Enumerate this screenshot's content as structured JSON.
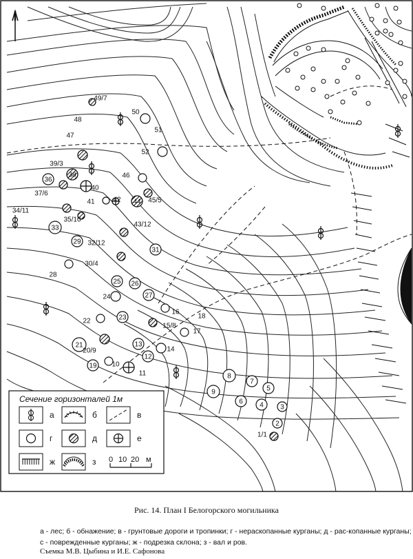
{
  "figure": {
    "caption": "Рис. 14. План I Белогорского могильника",
    "description": "а - лес; б - обнажение; в - грунтовые дороги и тропинки; г - нераскопанные курганы; д - рас-копанные курганы; с - поврежденные курганы; ж - подрезка склона; з - вал и ров.",
    "survey_credit": "Съемка М.В. Цыбина и И.Е. Сафонова"
  },
  "legend": {
    "title": "Сечение горизонталей 1м",
    "items": [
      {
        "symbol": "forest",
        "letter": "а"
      },
      {
        "symbol": "outcrop",
        "letter": "б"
      },
      {
        "symbol": "road",
        "letter": "в"
      },
      {
        "symbol": "unexcavated-kurgan",
        "letter": "г"
      },
      {
        "symbol": "excavated-kurgan",
        "letter": "д"
      },
      {
        "symbol": "damaged-kurgan",
        "letter": "е"
      },
      {
        "symbol": "slope-cut",
        "letter": "ж"
      },
      {
        "symbol": "rampart-ditch",
        "letter": "з"
      }
    ],
    "scale_labels": [
      "0",
      "10",
      "20",
      "м"
    ]
  },
  "kurgans": [
    {
      "label": "49/7",
      "type": "excavated"
    },
    {
      "label": "48",
      "type": "unexcavated"
    },
    {
      "label": "50",
      "type": "unexcavated"
    },
    {
      "label": "51",
      "type": "unexcavated"
    },
    {
      "label": "47",
      "type": "unexcavated"
    },
    {
      "label": "52",
      "type": "unexcavated"
    },
    {
      "label": "39/3",
      "type": "excavated"
    },
    {
      "label": "38",
      "type": "excavated"
    },
    {
      "label": "36",
      "type": "unexcavated"
    },
    {
      "label": "37/6",
      "type": "excavated"
    },
    {
      "label": "40",
      "type": "damaged"
    },
    {
      "label": "46",
      "type": "unexcavated"
    },
    {
      "label": "41",
      "type": "unexcavated"
    },
    {
      "label": "42",
      "type": "damaged"
    },
    {
      "label": "44",
      "type": "excavated"
    },
    {
      "label": "45/5",
      "type": "excavated"
    },
    {
      "label": "34/11",
      "type": "excavated"
    },
    {
      "label": "35/10",
      "type": "excavated"
    },
    {
      "label": "43/12",
      "type": "excavated"
    },
    {
      "label": "33",
      "type": "unexcavated"
    },
    {
      "label": "32/12",
      "type": "excavated"
    },
    {
      "label": "29",
      "type": "unexcavated"
    },
    {
      "label": "31",
      "type": "unexcavated"
    },
    {
      "label": "30/4",
      "type": "excavated"
    },
    {
      "label": "28",
      "type": "unexcavated"
    },
    {
      "label": "25",
      "type": "unexcavated"
    },
    {
      "label": "26",
      "type": "unexcavated"
    },
    {
      "label": "27",
      "type": "unexcavated"
    },
    {
      "label": "24",
      "type": "unexcavated"
    },
    {
      "label": "16",
      "type": "unexcavated"
    },
    {
      "label": "18",
      "type": "unexcavated"
    },
    {
      "label": "22",
      "type": "unexcavated"
    },
    {
      "label": "23",
      "type": "unexcavated"
    },
    {
      "label": "15/8",
      "type": "excavated"
    },
    {
      "label": "17",
      "type": "unexcavated"
    },
    {
      "label": "21",
      "type": "unexcavated"
    },
    {
      "label": "20/9",
      "type": "excavated"
    },
    {
      "label": "13",
      "type": "unexcavated"
    },
    {
      "label": "14",
      "type": "unexcavated"
    },
    {
      "label": "12",
      "type": "unexcavated"
    },
    {
      "label": "10",
      "type": "unexcavated"
    },
    {
      "label": "19",
      "type": "unexcavated"
    },
    {
      "label": "11",
      "type": "damaged"
    },
    {
      "label": "8",
      "type": "unexcavated"
    },
    {
      "label": "7",
      "type": "unexcavated"
    },
    {
      "label": "9",
      "type": "unexcavated"
    },
    {
      "label": "5",
      "type": "unexcavated"
    },
    {
      "label": "6",
      "type": "unexcavated"
    },
    {
      "label": "4",
      "type": "unexcavated"
    },
    {
      "label": "3",
      "type": "unexcavated"
    },
    {
      "label": "2",
      "type": "unexcavated"
    },
    {
      "label": "1/1",
      "type": "excavated"
    }
  ]
}
